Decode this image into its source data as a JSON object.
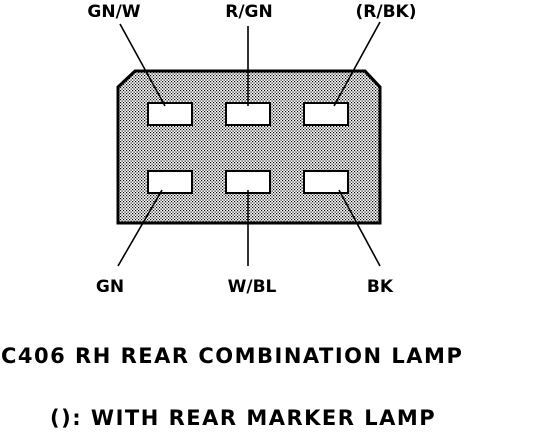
{
  "connector": {
    "pins_top": [
      {
        "label": "GN/W"
      },
      {
        "label": "R/GN"
      },
      {
        "label": "(R/BK)"
      }
    ],
    "pins_bottom": [
      {
        "label": "GN"
      },
      {
        "label": "W/BL"
      },
      {
        "label": "BK"
      }
    ]
  },
  "caption": {
    "title": "C406 RH REAR COMBINATION LAMP",
    "note": "(): WITH REAR MARKER LAMP"
  },
  "colors": {
    "ink": "#000000",
    "fill_pattern": "#bdbdbd",
    "background": "#ffffff"
  }
}
